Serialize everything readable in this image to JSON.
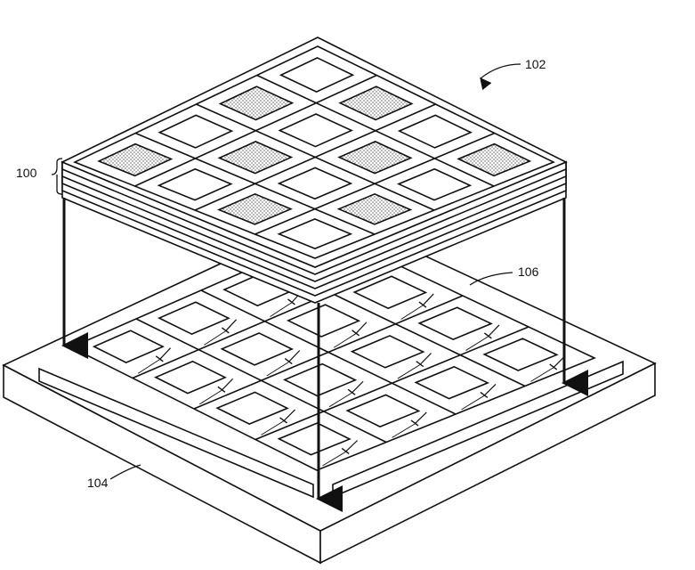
{
  "labels": {
    "stack": "100",
    "assembly": "102",
    "substrate": "104",
    "circuit": "106"
  },
  "colors": {
    "line": "#111111",
    "fill": "#ffffff",
    "dots": "#555555"
  }
}
